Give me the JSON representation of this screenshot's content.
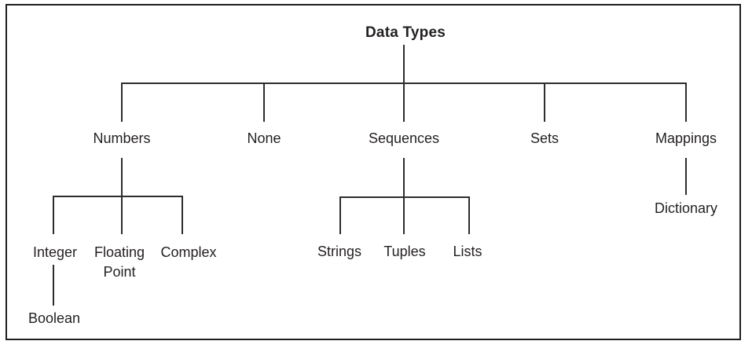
{
  "diagram": {
    "colors": {
      "line": "#2d2d2d",
      "text": "#231f20",
      "background": "#ffffff",
      "border": "#1f1f1f"
    },
    "tree": {
      "label": "Data Types",
      "children": [
        {
          "label": "Numbers",
          "children": [
            {
              "label": "Integer",
              "children": [
                {
                  "label": "Boolean"
                }
              ]
            },
            {
              "label": "Floating Point"
            },
            {
              "label": "Complex"
            }
          ]
        },
        {
          "label": "None"
        },
        {
          "label": "Sequences",
          "children": [
            {
              "label": "Strings"
            },
            {
              "label": "Tuples"
            },
            {
              "label": "Lists"
            }
          ]
        },
        {
          "label": "Sets"
        },
        {
          "label": "Mappings",
          "children": [
            {
              "label": "Dictionary"
            }
          ]
        }
      ]
    }
  }
}
